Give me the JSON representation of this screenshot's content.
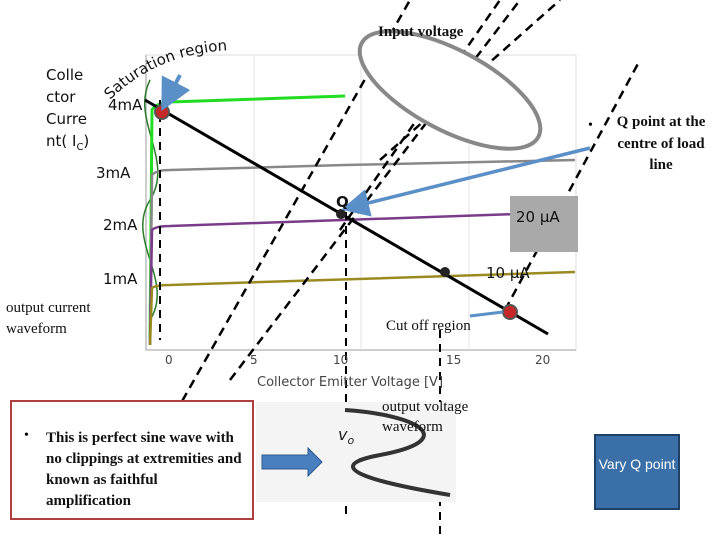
{
  "labels": {
    "input_voltage": "Input voltage",
    "saturation_region": "Saturation region",
    "collector_current": "Colle ctor Curre nt( I",
    "collector_current_sub": "C",
    "collector_current_close": ")",
    "ic_4mA": "4mA",
    "ic_3mA": "3mA",
    "ic_2mA": "2mA",
    "ic_1mA": "1mA",
    "q_label": "Q",
    "ib_20": "20 µA",
    "ib_10": "10 µA",
    "output_current": "output current waveform",
    "cut_off": "Cut off region",
    "output_voltage": "output voltage waveform",
    "vo_label": "v",
    "vo_sub": "o",
    "x_axis_title": "Collector Emitter Voltage [V]",
    "x_ticks": [
      "0",
      "5",
      "10",
      "15",
      "20"
    ]
  },
  "q_point_note": {
    "bullet": "•",
    "text": "Q point at the centre of load line"
  },
  "bullet_note": {
    "bullet": "•",
    "text": "This is perfect sine wave with no clippings at extremities and known as faithful amplification"
  },
  "button": {
    "label": "Vary Q point"
  },
  "colors": {
    "curve_4mA": "#22dd22",
    "curve_3mA": "#888888",
    "curve_2mA": "#7a3c8a",
    "curve_1mA": "#9a8a20",
    "load_line": "#000000",
    "arrow_blue": "#5b8fc7",
    "button_blue": "#3a6fa8",
    "box_border": "#b04040",
    "q_dot": "#c62828"
  }
}
